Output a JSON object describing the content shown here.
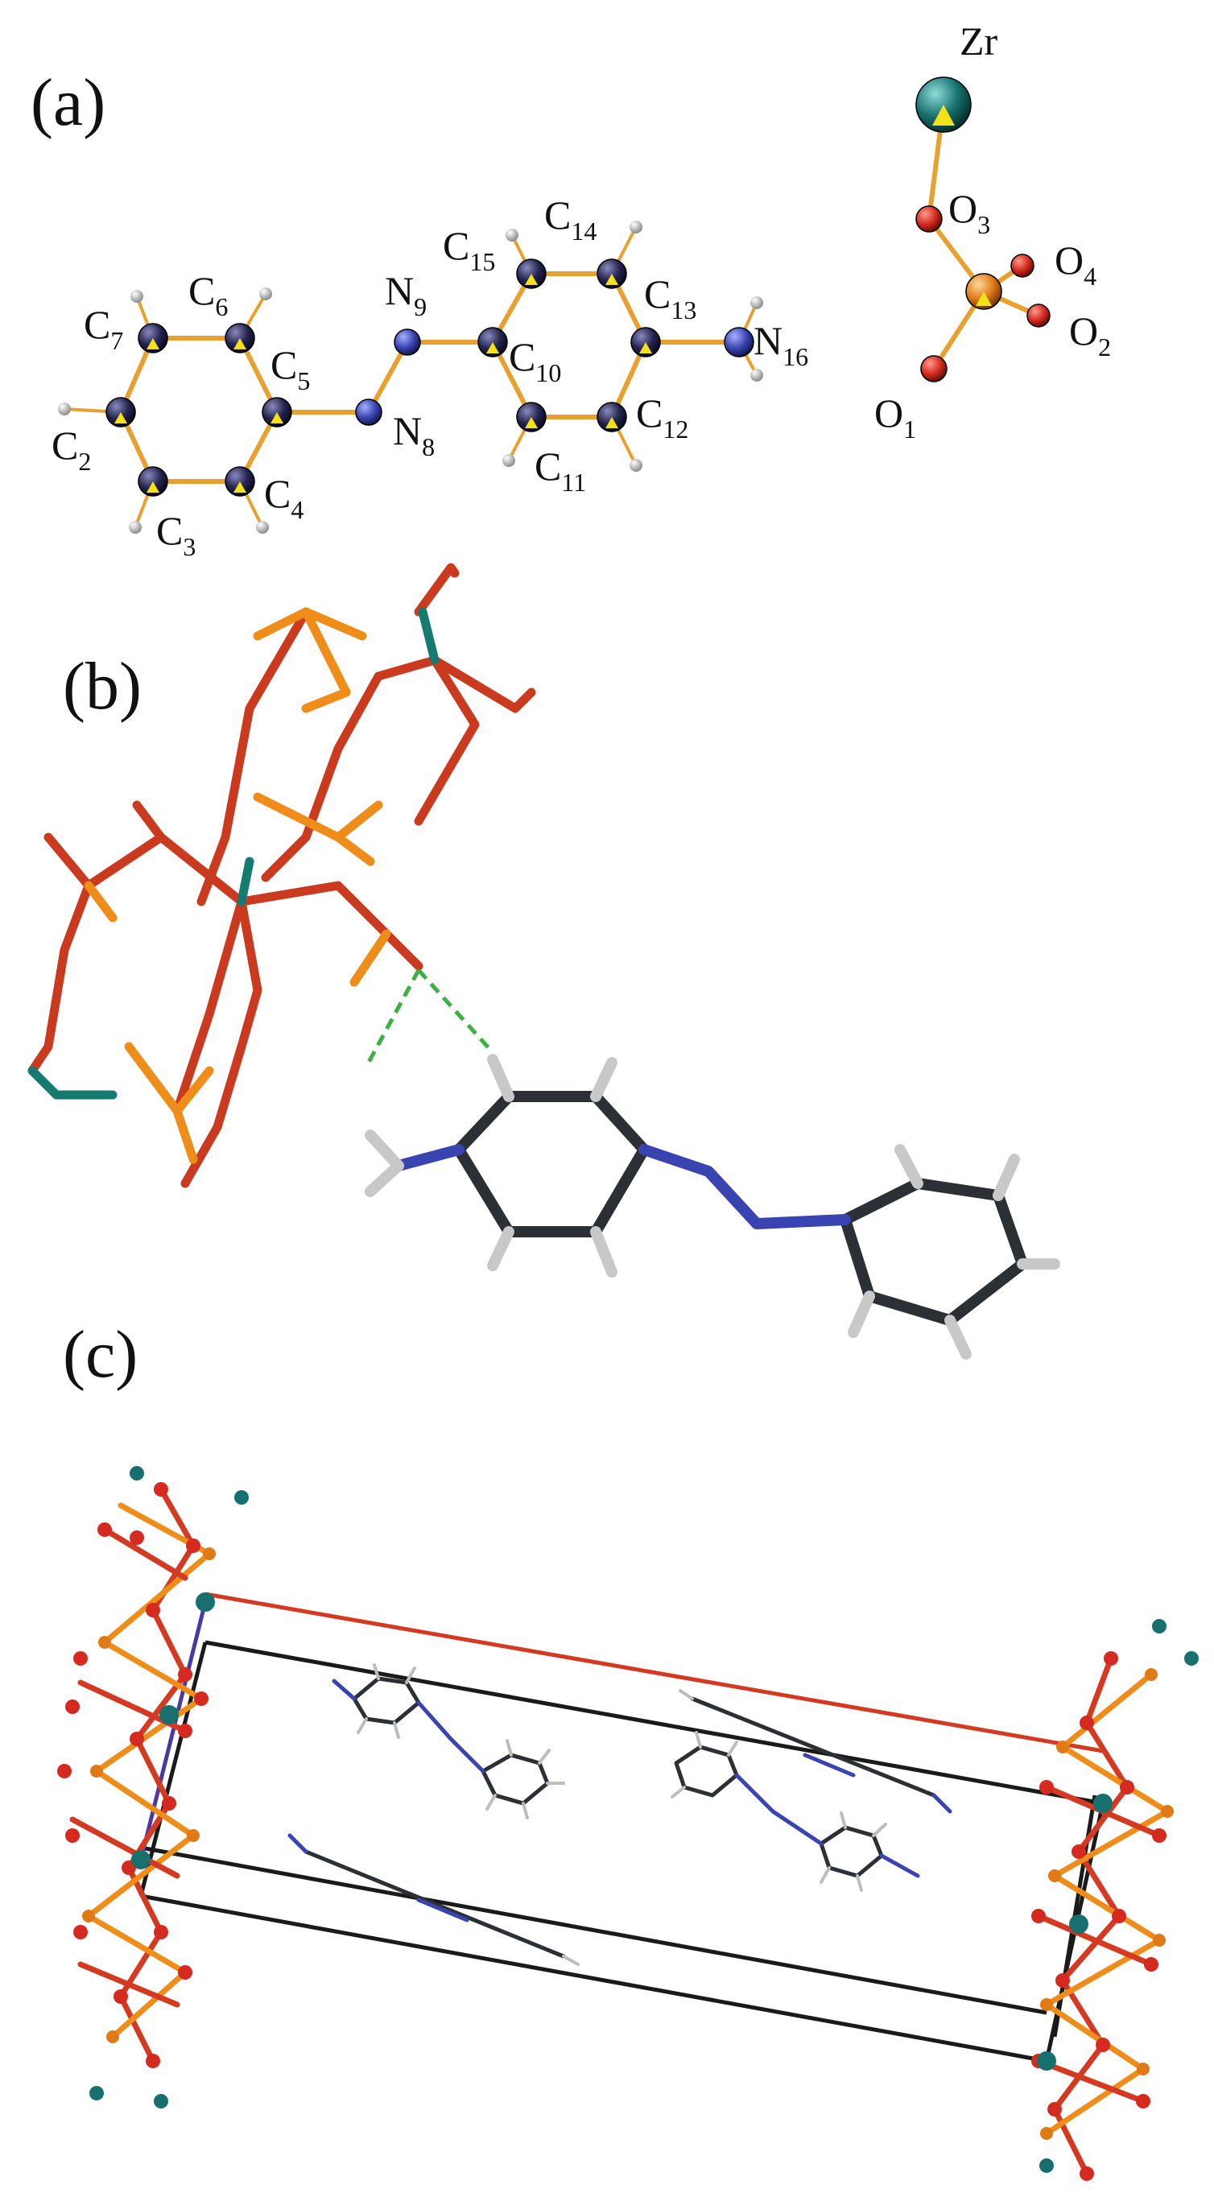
{
  "panels": {
    "a": {
      "label": "(a)"
    },
    "b": {
      "label": "(b)"
    },
    "c": {
      "label": "(c)"
    }
  },
  "atoms": {
    "zr": "Zr",
    "o1": {
      "el": "O",
      "idx": "1"
    },
    "o2": {
      "el": "O",
      "idx": "2"
    },
    "o3": {
      "el": "O",
      "idx": "3"
    },
    "o4": {
      "el": "O",
      "idx": "4"
    },
    "n8": {
      "el": "N",
      "idx": "8"
    },
    "n9": {
      "el": "N",
      "idx": "9"
    },
    "n16": {
      "el": "N",
      "idx": "16"
    },
    "c2": {
      "el": "C",
      "idx": "2"
    },
    "c3": {
      "el": "C",
      "idx": "3"
    },
    "c4": {
      "el": "C",
      "idx": "4"
    },
    "c5": {
      "el": "C",
      "idx": "5"
    },
    "c6": {
      "el": "C",
      "idx": "6"
    },
    "c7": {
      "el": "C",
      "idx": "7"
    },
    "c10": {
      "el": "C",
      "idx": "10"
    },
    "c11": {
      "el": "C",
      "idx": "11"
    },
    "c12": {
      "el": "C",
      "idx": "12"
    },
    "c13": {
      "el": "C",
      "idx": "13"
    },
    "c14": {
      "el": "C",
      "idx": "14"
    },
    "c15": {
      "el": "C",
      "idx": "15"
    }
  },
  "colors": {
    "carbon": "#1f1f4a",
    "nitrogen": "#3a44b0",
    "oxygen": "#d42a1f",
    "phosphorus": "#e8901c",
    "zirconium": "#17706e",
    "hydrogen": "#cfcfcf",
    "bond_a": "#e8a030",
    "hbond": "#3cb043",
    "stick": "#2c2f33",
    "cell_red": "#d43a22",
    "cell_black": "#1a1a1a"
  }
}
